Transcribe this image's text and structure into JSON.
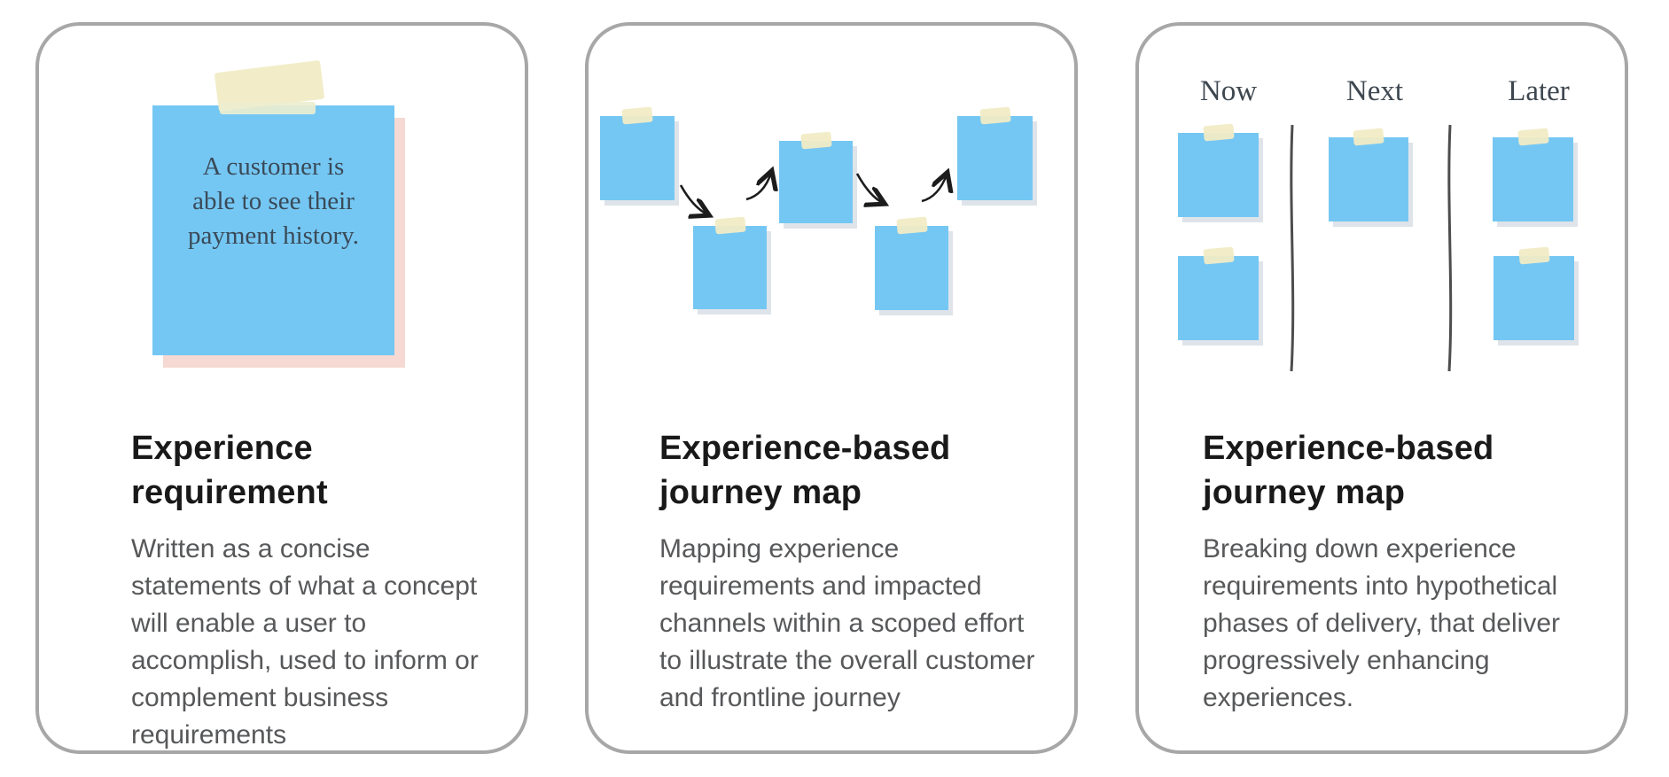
{
  "page": {
    "background_color": "#ffffff",
    "card_border_color": "#a7a7a7",
    "title_color": "#191919",
    "description_color": "#57585a",
    "note_color": "#75c7f3",
    "note_shadow_pink": "#f5d9d2",
    "note_shadow_gray": "#dfe4ea",
    "tape_color": "#f1ecc5",
    "handwriting_color": "#3a4a58",
    "arrow_color": "#1c1c1c",
    "divider_color": "#4d4d4d"
  },
  "cards": [
    {
      "id": "experience-requirement",
      "title": "Experience requirement",
      "description": "Written as a concise statements of what a concept will enable a user to accomplish, used to inform or complement business requirements",
      "sticky_note": {
        "text": "A customer is\nable to see their\npayment history."
      }
    },
    {
      "id": "experience-based-journey-map",
      "title": "Experience-based journey map",
      "description": "Mapping experience requirements and impacted channels within a scoped effort to illustrate the overall customer and frontline journey",
      "sticky_note_count": 5,
      "arrow_count": 4
    },
    {
      "id": "experience-based-journey-map-phased",
      "title": "Experience-based journey map",
      "description": "Breaking down experience requirements into hypothetical phases of delivery, that deliver progressively enhancing experiences.",
      "columns": [
        "Now",
        "Next",
        "Later"
      ],
      "notes_per_column": [
        2,
        1,
        2
      ]
    }
  ]
}
